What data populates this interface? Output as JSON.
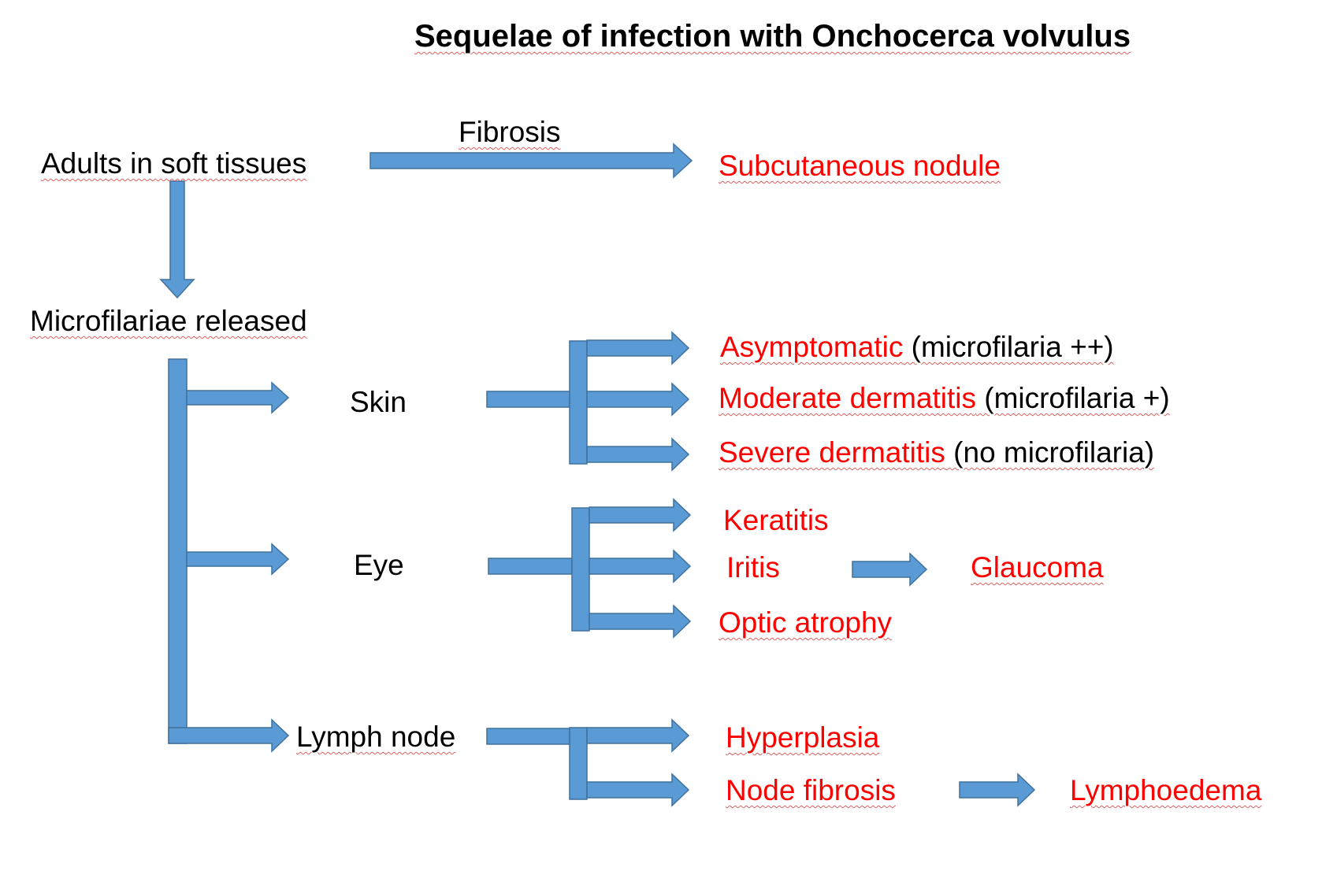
{
  "title": "Sequelae of infection with Onchocerca volvulus",
  "colors": {
    "arrow_fill": "#5b9bd5",
    "arrow_stroke": "#41719c",
    "outcome": "#ff0000",
    "text": "#000000"
  },
  "nodes": {
    "adults": "Adults in soft tissues",
    "fibrosis": "Fibrosis",
    "subcutaneous_nodule": "Subcutaneous nodule",
    "microfilariae": "Microfilariae released",
    "skin": "Skin",
    "eye": "Eye",
    "lymph_node": "Lymph node"
  },
  "skin_outcomes": [
    {
      "red": "Asymptomatic",
      "black": " (microfilaria ++)"
    },
    {
      "red": "Moderate dermatitis",
      "black": " (microfilaria +)"
    },
    {
      "red": "Severe dermatitis",
      "black": " (no microfilaria)"
    }
  ],
  "eye_outcomes": {
    "keratitis": "Keratitis",
    "iritis": "Iritis",
    "glaucoma": "Glaucoma",
    "optic_atrophy": "Optic atrophy"
  },
  "lymph_outcomes": {
    "hyperplasia": "Hyperplasia",
    "node_fibrosis": "Node fibrosis",
    "lymphoedema": "Lymphoedema"
  }
}
